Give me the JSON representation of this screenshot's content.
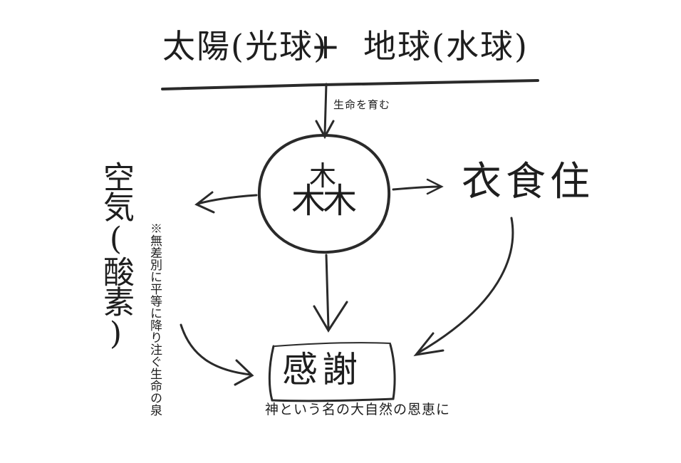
{
  "diagram": {
    "top_left": "太陽(光球)",
    "plus": "+",
    "top_right": "地球(水球)",
    "arrow_label": "生命を育む",
    "center_top": "木",
    "center_bottom": "木木",
    "right_node": "衣食住",
    "left_node": "空気(酸素)",
    "left_note": "※無差別に平等に降り注ぐ生命の泉",
    "bottom_node": "感謝",
    "bottom_sub": "神という名の大自然の恩恵に"
  }
}
